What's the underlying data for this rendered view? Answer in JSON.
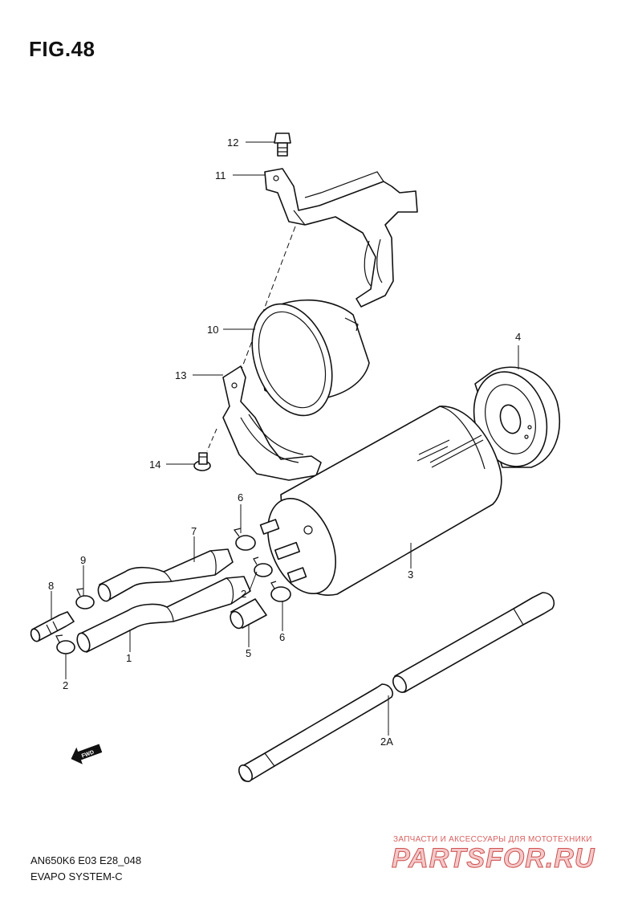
{
  "header": {
    "figure_title": "FIG.48"
  },
  "callouts": {
    "c12": "12",
    "c11": "11",
    "c10": "10",
    "c13": "13",
    "c14": "14",
    "c4": "4",
    "c3": "3",
    "c6a": "6",
    "c7": "7",
    "c9": "9",
    "c8": "8",
    "c2a": "2",
    "c2b": "2",
    "c1": "1",
    "c5": "5",
    "c6b": "6",
    "c2A": "2A"
  },
  "fwd_marker": "FWD",
  "footer": {
    "model_code": "AN650K6 E03 E28_048",
    "system_name": "EVAPO SYSTEM-C"
  },
  "watermark": {
    "tagline": "ЗАПЧАСТИ И АКСЕССУАРЫ ДЛЯ МОТОТЕХНИКИ",
    "logo": "PARTSFOR.RU"
  }
}
